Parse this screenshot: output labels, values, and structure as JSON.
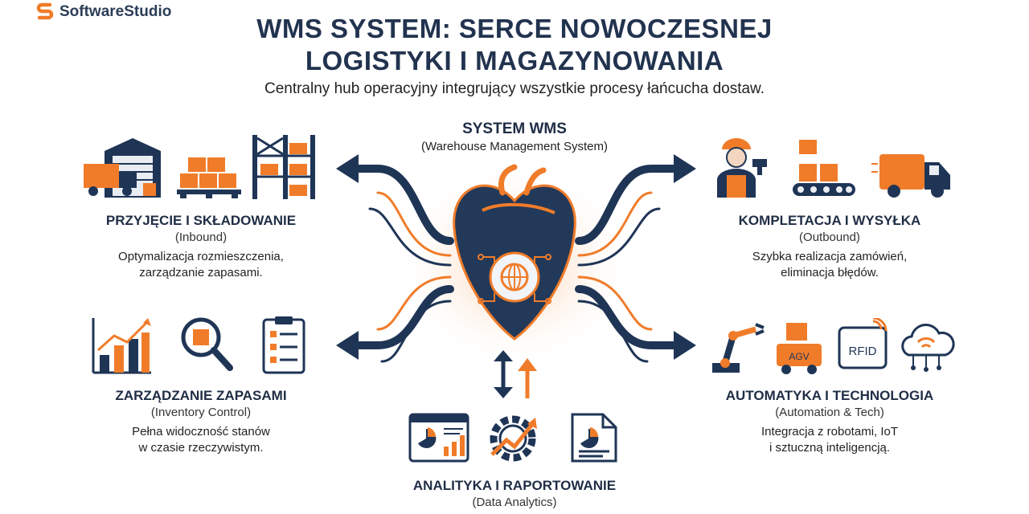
{
  "brand": {
    "name": "SoftwareStudio",
    "icon": "s-logo-icon"
  },
  "header": {
    "title_line1": "WMS SYSTEM: SERCE NOWOCZESNEJ",
    "title_line2": "LOGISTYKI I MAGAZYNOWANIA",
    "subtitle": "Centralny hub operacyjny integrujący wszystkie procesy łańcucha dostaw."
  },
  "center": {
    "title": "SYSTEM WMS",
    "subtitle": "(Warehouse Management System)",
    "icon": "heart-gear-globe-icon"
  },
  "sections": {
    "inbound": {
      "title": "PRZYJĘCIE I SKŁADOWANIE",
      "subtitle": "(Inbound)",
      "desc_line1": "Optymalizacja rozmieszczenia,",
      "desc_line2": "zarządzanie zapasami.",
      "icons": [
        "truck-warehouse-icon",
        "pallet-boxes-icon",
        "shelving-rack-icon"
      ]
    },
    "outbound": {
      "title": "KOMPLETACJA I WYSYŁKA",
      "subtitle": "(Outbound)",
      "desc_line1": "Szybka realizacja zamówień,",
      "desc_line2": "eliminacja błędów.",
      "icons": [
        "worker-scanner-icon",
        "conveyor-boxes-icon",
        "delivery-van-icon"
      ]
    },
    "inventory": {
      "title": "ZARZĄDZANIE ZAPASAMI",
      "subtitle": "(Inventory Control)",
      "desc_line1": "Pełna widoczność stanów",
      "desc_line2": "w czasie rzeczywistym.",
      "icons": [
        "growth-chart-icon",
        "magnifier-box-icon",
        "checklist-clipboard-icon"
      ]
    },
    "automation": {
      "title": "AUTOMATYKA I TECHNOLOGIA",
      "subtitle": "(Automation & Tech)",
      "desc_line1": "Integracja z robotami, IoT",
      "desc_line2": "i sztuczną inteligencją.",
      "icons": [
        "robot-arm-icon",
        "agv-cart-icon",
        "rfid-tag-icon",
        "cloud-network-icon"
      ],
      "agv_label": "AGV",
      "rfid_label": "RFID"
    },
    "analytics": {
      "title": "ANALITYKA I RAPORTOWANIE",
      "subtitle": "(Data Analytics)",
      "icons": [
        "dashboard-icon",
        "gear-trend-icon",
        "report-document-icon"
      ]
    }
  },
  "colors": {
    "navy": "#1f3556",
    "orange": "#f07c2a",
    "text": "#1f2d45"
  }
}
